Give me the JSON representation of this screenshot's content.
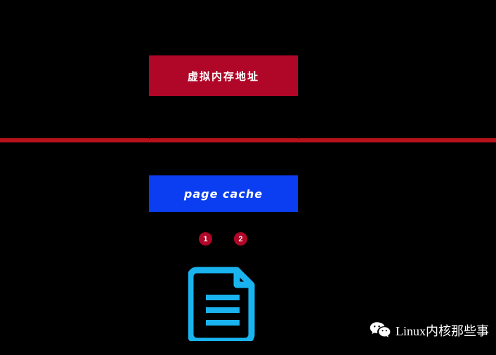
{
  "diagram": {
    "background_color": "#000000",
    "nodes": [
      {
        "id": "virtual-memory-address",
        "label": "虚拟内存地址",
        "color": "#b00628",
        "text_color": "#ffffff"
      },
      {
        "id": "page-cache",
        "label": "page cache",
        "color": "#0b3ef0",
        "text_color": "#ffffff"
      }
    ],
    "divider": {
      "name": "kernel-user-boundary",
      "color": "#b7111a"
    },
    "badges": [
      {
        "label": "1",
        "color": "#b00628"
      },
      {
        "label": "2",
        "color": "#b00628"
      }
    ],
    "icons": [
      {
        "name": "document-file-icon",
        "color": "#19b4f0"
      }
    ]
  },
  "watermark": {
    "icon_name": "wechat-icon",
    "text": "Linux内核那些事",
    "text_color": "#ffffff"
  }
}
